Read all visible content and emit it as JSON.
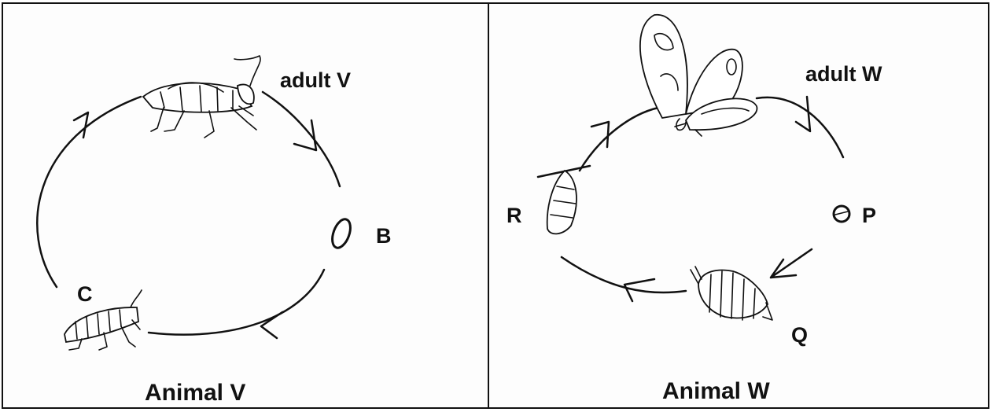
{
  "panels": {
    "left": {
      "title": "Animal V",
      "stage_labels": {
        "adult": "adult V",
        "b": "B",
        "c": "C"
      },
      "icons": [
        "grasshopper-adult-icon",
        "egg-icon",
        "nymph-icon"
      ]
    },
    "right": {
      "title": "Animal W",
      "stage_labels": {
        "adult": "adult W",
        "p": "P",
        "q": "Q",
        "r": "R"
      },
      "icons": [
        "butterfly-icon",
        "egg-icon",
        "caterpillar-icon",
        "pupa-icon"
      ]
    }
  },
  "colors": {
    "ink": "#111111",
    "background": "#ffffff"
  }
}
